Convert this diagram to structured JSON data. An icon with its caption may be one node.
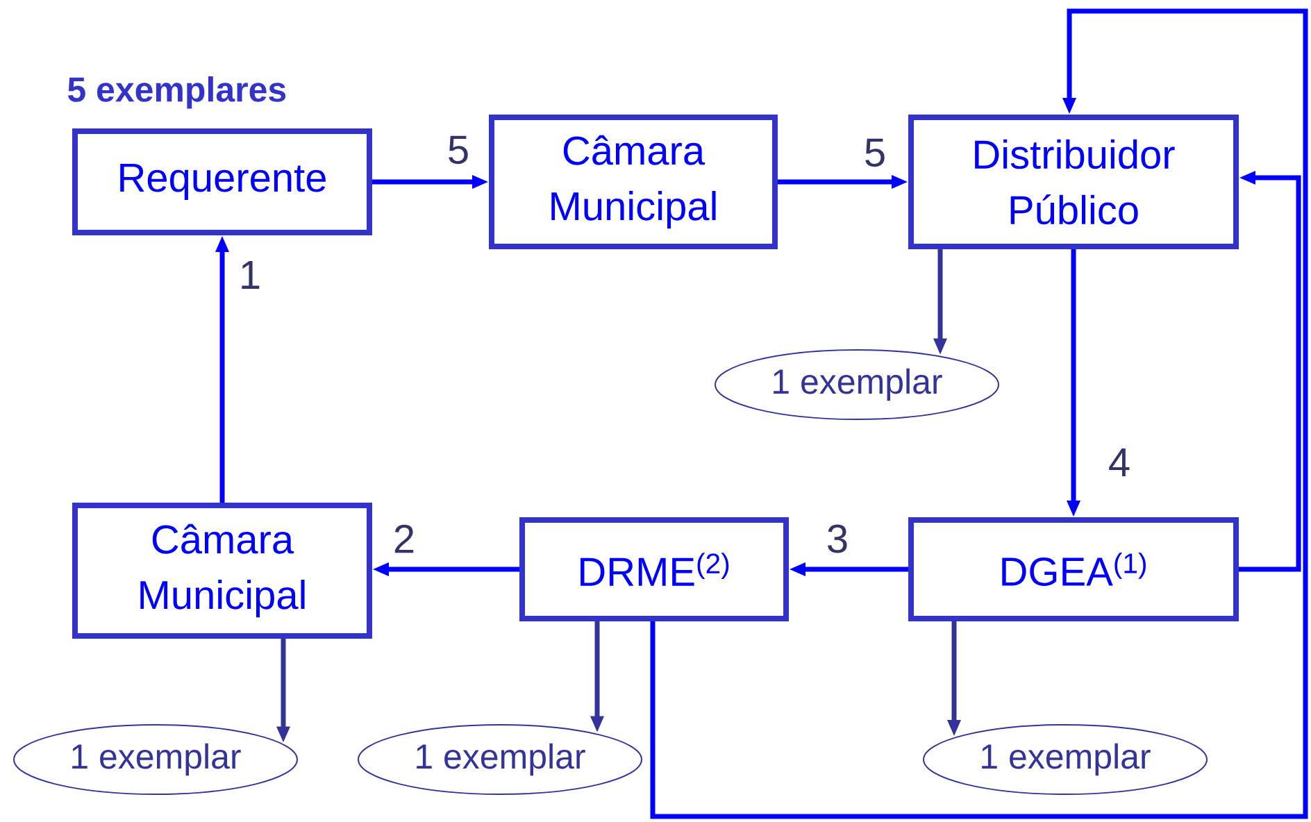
{
  "diagram": {
    "nodes": [
      {
        "text": [
          "Requerente"
        ],
        "beside": [
          "5 exemplares"
        ]
      },
      {
        "text": [
          "Câmara Municipal"
        ]
      },
      {
        "text": [
          "Distribuidor Público"
        ]
      },
      {
        "text": [
          "1 exemplar"
        ]
      },
      {
        "text": [
          "Câmara Municipal"
        ]
      },
      {
        "text": [
          "DRME$^{(2)}$"
        ]
      },
      {
        "text": [
          "DGEA$^{(1)}$"
        ]
      },
      {
        "text": [
          "1 exemplar"
        ]
      },
      {
        "text": [
          "1 exemplar"
        ]
      },
      {
        "text": [
          "1 exemplar"
        ]
      }
    ],
    "edges": [
      {
        "from": 0,
        "to": 1,
        "arrow": "to",
        "label": "5"
      },
      {
        "from": 1,
        "to": 2,
        "arrow": "to",
        "label": "5"
      },
      {
        "from": 2,
        "to": 3,
        "arrow": "to",
        "color": "#333399"
      },
      {
        "from": 2,
        "to": 6,
        "arrow": "to",
        "label": "4"
      },
      {
        "from": 6,
        "to": 5,
        "arrow": "to",
        "label": "3"
      },
      {
        "from": 5,
        "to": 4,
        "arrow": "to",
        "label": "2"
      },
      {
        "from": 4,
        "to": 0,
        "arrow": "to",
        "label": "1"
      },
      {
        "from": 4,
        "to": 7,
        "arrow": "to",
        "color": "#333399"
      },
      {
        "from": 5,
        "to": 8,
        "arrow": "to",
        "color": "#333399"
      },
      {
        "from": 6,
        "to": 9,
        "arrow": "to",
        "color": "#333399"
      },
      {
        "from": 6,
        "to": 2,
        "arrow": "to"
      },
      {
        "from": 5,
        "to": 2,
        "arrow": "to"
      }
    ]
  }
}
